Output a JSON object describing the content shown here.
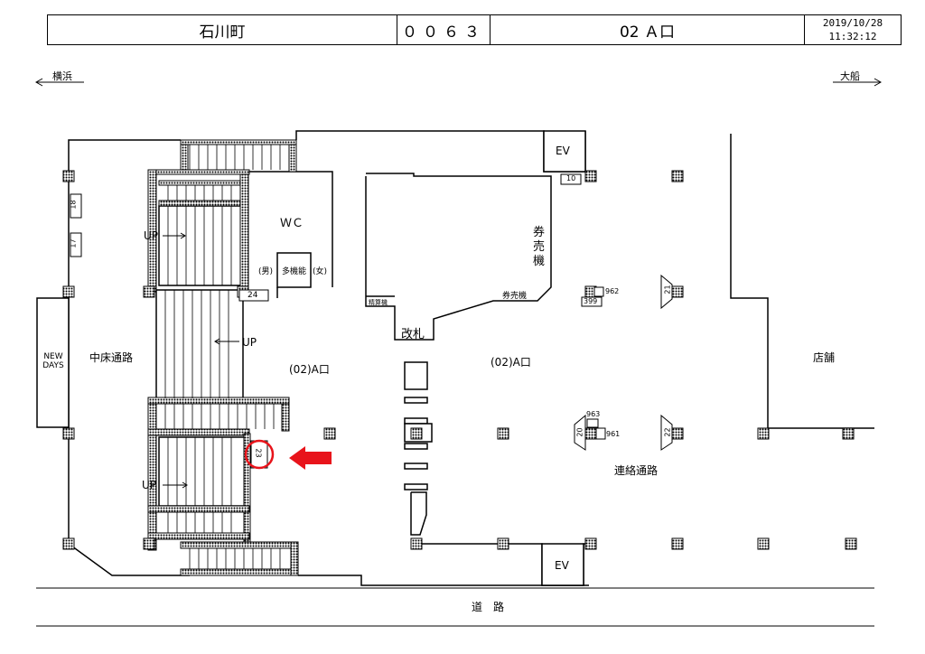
{
  "header": {
    "station": "石川町",
    "code": "００６３",
    "exit": "02 Ａ口",
    "date": "2019/10/28",
    "time": "11:32:12"
  },
  "directions": {
    "left": "横浜",
    "right": "大船"
  },
  "labels": {
    "wc": "ＷＣ",
    "multi": "多機能",
    "male": "(男)",
    "female": "(女)",
    "newdays": "NEW DAYS",
    "mid_passage": "中床通路",
    "exit_a_left": "(02)A口",
    "exit_a_right": "(02)A口",
    "ticket_machine_v": "券売機",
    "ticket_machine": "券売機",
    "seisan": "精算機",
    "gate": "改札",
    "store": "店舗",
    "connecting": "連絡通路",
    "road": "道　路",
    "ev_top": "EV",
    "ev_bottom": "EV",
    "up1": "UP",
    "up2": "UP",
    "up3": "UP"
  },
  "signs": {
    "s18": "18",
    "s17": "17",
    "s24": "24",
    "s23": "23",
    "s10": "10",
    "s962": "962",
    "s399": "399",
    "s21": "21",
    "s963": "963",
    "s961": "961",
    "s20": "20",
    "s22": "22"
  },
  "colors": {
    "highlight": "#e8141b"
  }
}
